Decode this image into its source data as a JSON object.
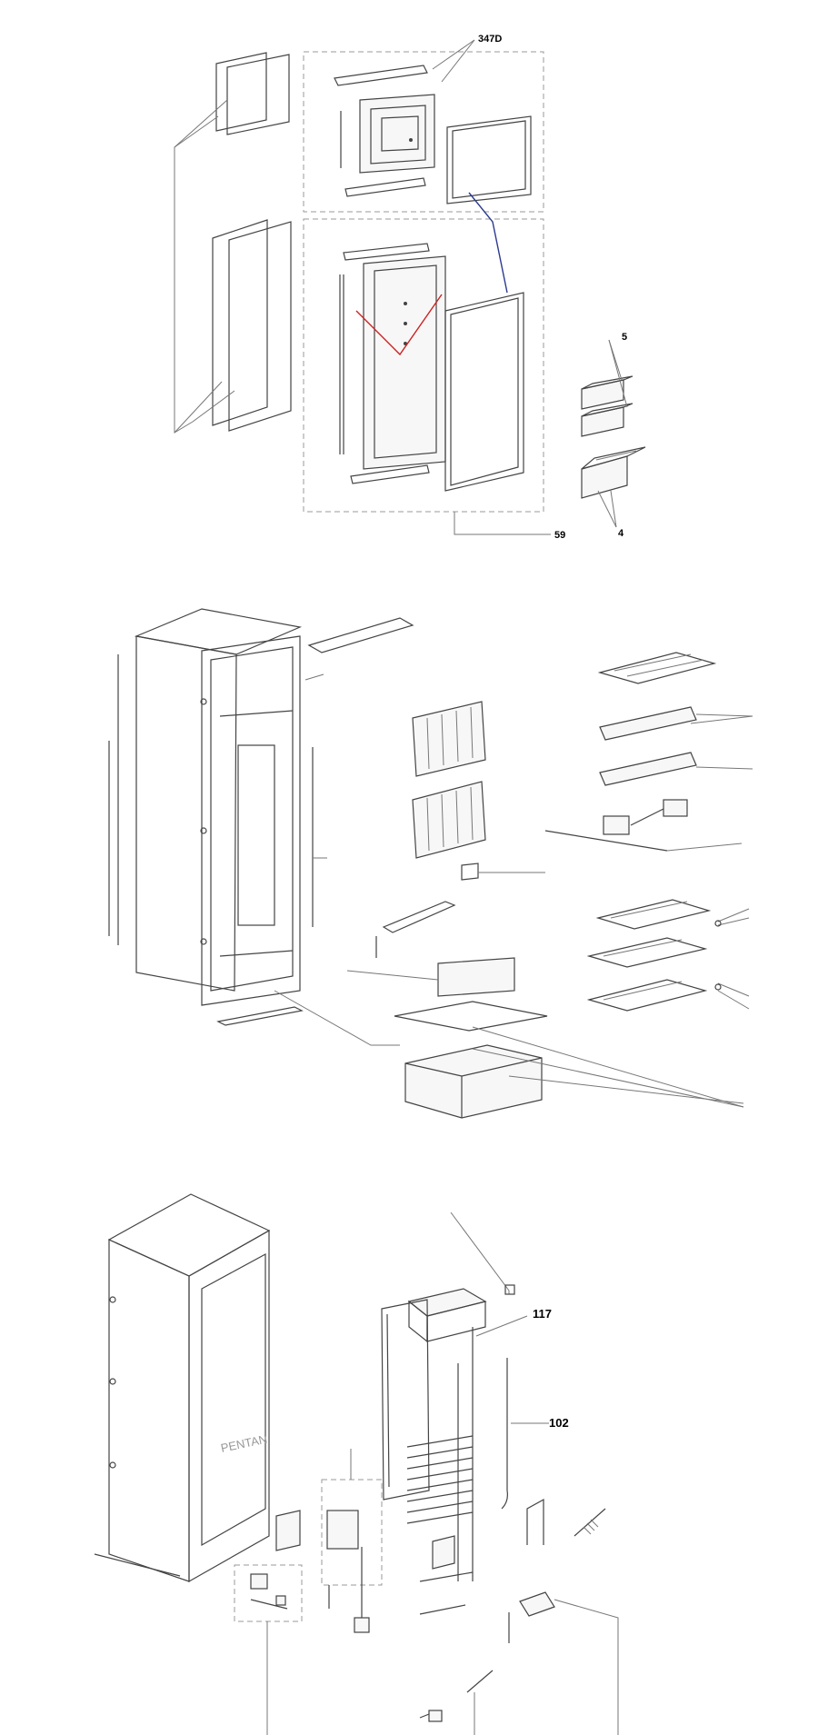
{
  "labels": {
    "door_gasket_top": "347D",
    "door_assembly": "59",
    "door_shelf_small": "5",
    "door_shelf_large": "4",
    "burner_tube": "117",
    "flue_pipe": "102"
  },
  "embossed_text": {
    "cabinet_back": "PENTAN"
  },
  "colors": {
    "gasket_line": "#2b3a8f",
    "shelf_support": "#cc2222",
    "line": "#777777"
  }
}
